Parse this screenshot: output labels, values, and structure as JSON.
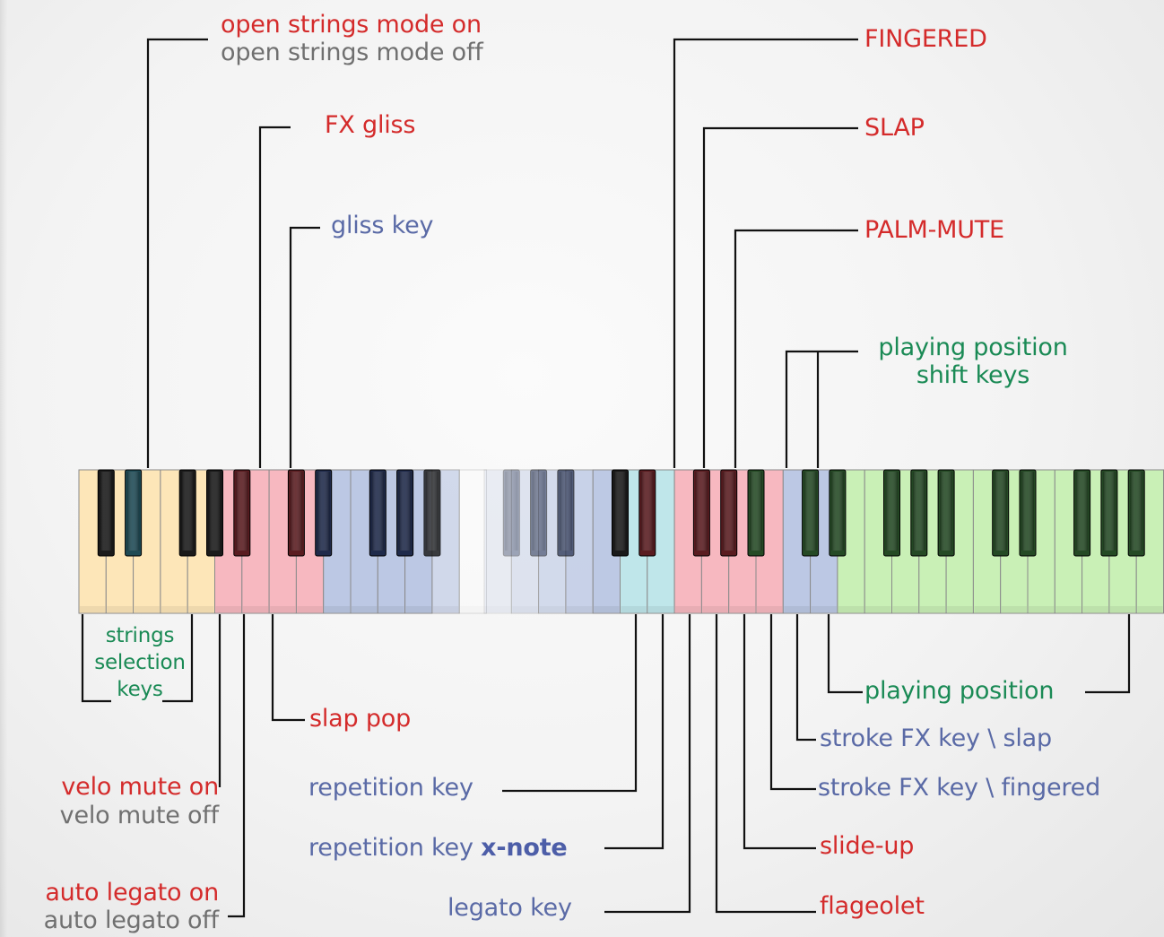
{
  "labels": {
    "open_strings_on": "open strings mode on",
    "open_strings_off": "open strings mode off",
    "fx_gliss": "FX gliss",
    "gliss_key": "gliss key",
    "fingered": "FINGERED",
    "slap": "SLAP",
    "palm_mute": "PALM-MUTE",
    "playing_position_shift_line1": "playing position",
    "playing_position_shift_line2": "shift keys",
    "strings_selection_1": "strings",
    "strings_selection_2": "selection",
    "strings_selection_3": "keys",
    "slap_pop": "slap pop",
    "velo_mute_on": "velo mute on",
    "velo_mute_off": "velo mute off",
    "auto_legato_on": "auto legato on",
    "auto_legato_off": "auto legato off",
    "repetition_key": "repetition key",
    "repetition_key_x_prefix": "repetition key",
    "repetition_key_x_bold": "x-note",
    "legato_key": "legato key",
    "playing_position": "playing position",
    "stroke_fx_slap": "stroke FX key \\ slap",
    "stroke_fx_fingered": "stroke FX key \\ fingered",
    "slide_up": "slide-up",
    "flageolet": "flageolet"
  },
  "colors": {
    "red": "#d42b2b",
    "grey": "#707070",
    "blue": "#5a6aa6",
    "green": "#1a8a55",
    "zone_yellow": "#fde6b8",
    "zone_pink": "#f7b8c0",
    "zone_blue": "#bcc8e4",
    "zone_cyan": "#bfe6ea",
    "zone_green": "#c9f0b6"
  }
}
